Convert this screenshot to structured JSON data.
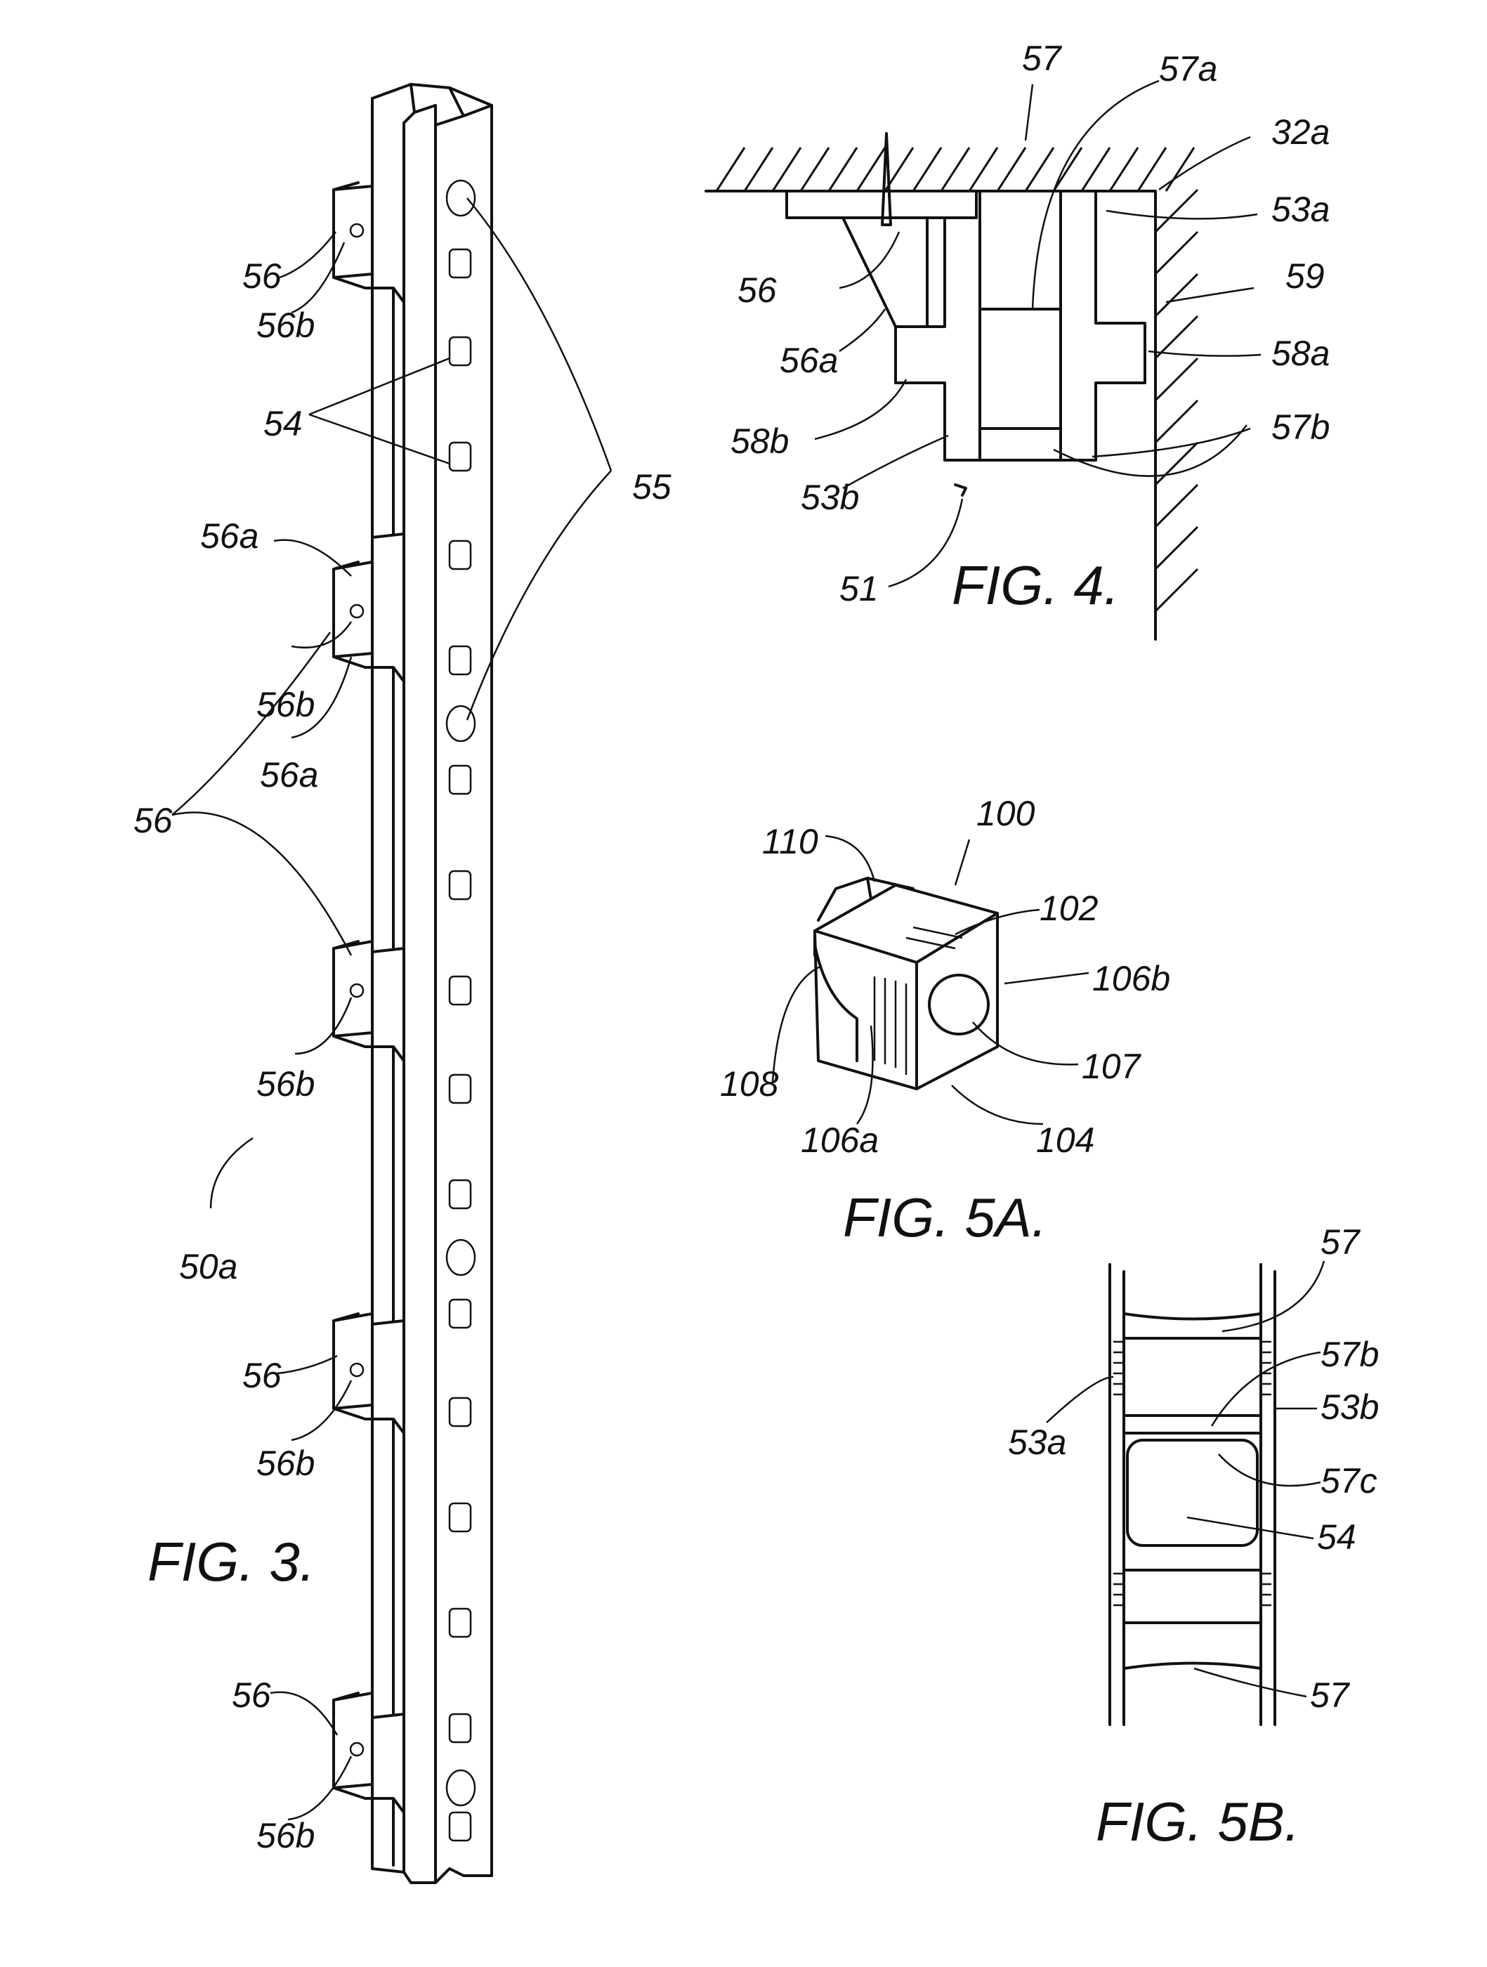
{
  "figures": {
    "fig3": "FIG. 3.",
    "fig4": "FIG. 4.",
    "fig5a": "FIG. 5A.",
    "fig5b": "FIG. 5B."
  },
  "fig3_labels": {
    "l56_top": "56",
    "l56b_top": "56b",
    "l54": "54",
    "l55": "55",
    "l56a_1": "56a",
    "l56b_2": "56b",
    "l56a_2": "56a",
    "l56_mid": "56",
    "l56b_3": "56b",
    "l50a": "50a",
    "l56_4": "56",
    "l56b_4": "56b",
    "l56_5": "56",
    "l56b_5": "56b"
  },
  "fig4_labels": {
    "l57": "57",
    "l57a": "57a",
    "l32a": "32a",
    "l53a": "53a",
    "l59": "59",
    "l56": "56",
    "l56a": "56a",
    "l58a": "58a",
    "l58b": "58b",
    "l57b": "57b",
    "l53b": "53b",
    "l51": "51"
  },
  "fig5a_labels": {
    "l100": "100",
    "l110": "110",
    "l102": "102",
    "l106b": "106b",
    "l108": "108",
    "l107": "107",
    "l106a": "106a",
    "l104": "104"
  },
  "fig5b_labels": {
    "l57_top": "57",
    "l57b": "57b",
    "l53a": "53a",
    "l53b": "53b",
    "l57c": "57c",
    "l54": "54",
    "l57_bottom": "57"
  }
}
